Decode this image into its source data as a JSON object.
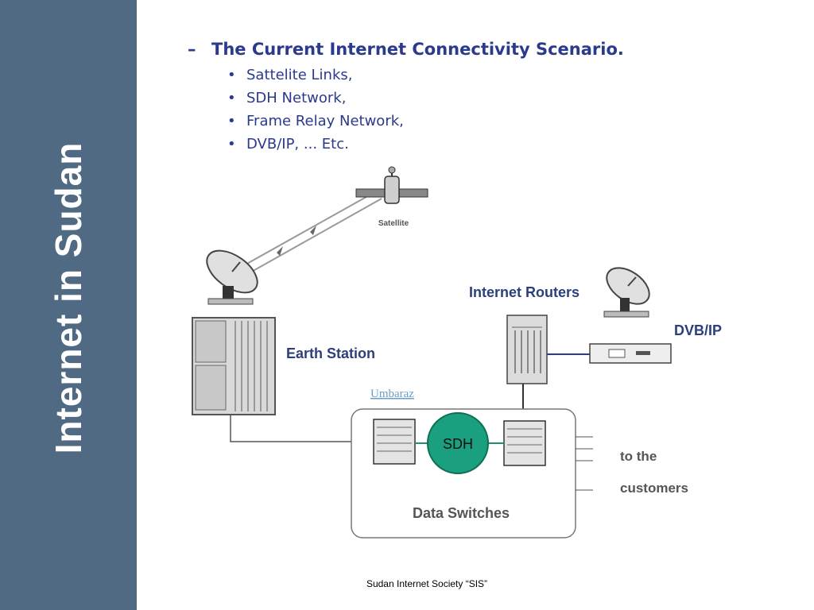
{
  "sidebar": {
    "title": "Internet in Sudan"
  },
  "heading": {
    "dash": "–",
    "text": "The Current Internet Connectivity Scenario."
  },
  "bullets": [
    {
      "symbol": "•",
      "text": "Sattelite Links,"
    },
    {
      "symbol": "•",
      "text": "SDH Network,"
    },
    {
      "symbol": "•",
      "text": "Frame Relay Network,"
    },
    {
      "symbol": "•",
      "text": "DVB/IP, ... Etc."
    }
  ],
  "diagram": {
    "satellite": "Satellite",
    "earth_station": "Earth Station",
    "internet_routers": "Internet Routers",
    "dvb_ip": "DVB/IP",
    "umbaraz": "Umbaraz",
    "sdh": "SDH",
    "data_switches": "Data Switches",
    "to_the": "to the",
    "customers": "customers"
  },
  "footer": {
    "text": "Sudan Internet Society “SIS”"
  }
}
